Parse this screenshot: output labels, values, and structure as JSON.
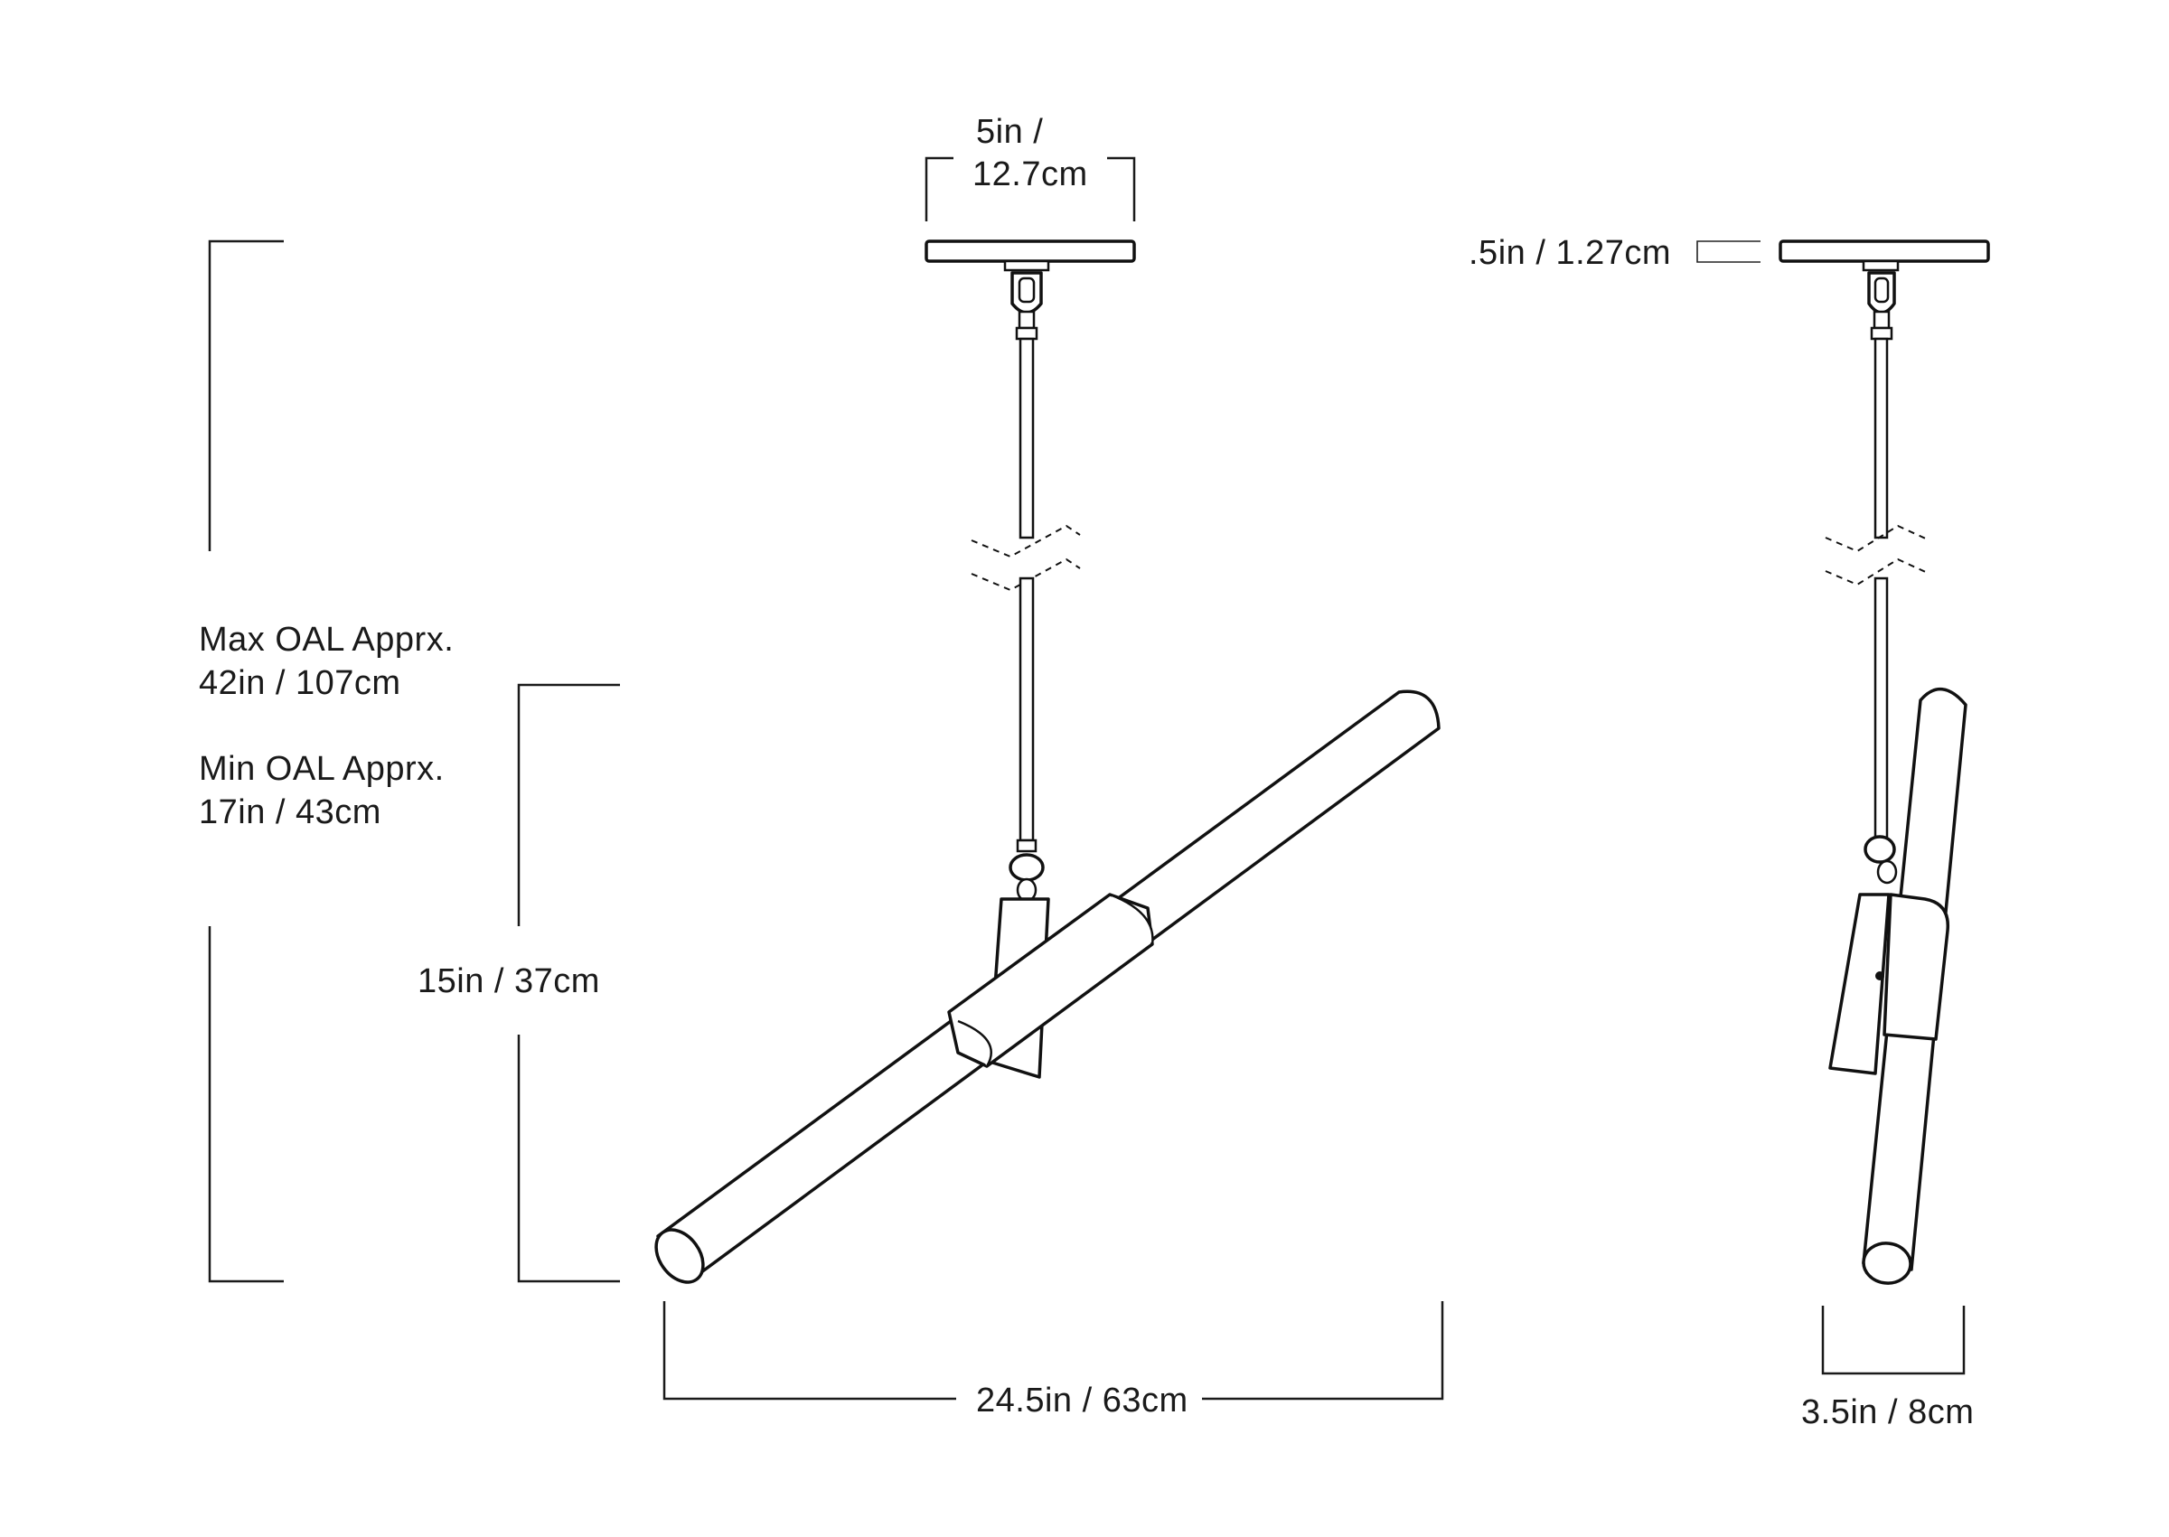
{
  "dimensions": {
    "canopy_width": [
      "5in /",
      "12.7cm"
    ],
    "canopy_thickness": ".5in / 1.27cm",
    "max_oal": [
      "Max OAL Apprx.",
      "42in / 107cm"
    ],
    "min_oal": [
      "Min OAL Apprx.",
      "17in / 43cm"
    ],
    "fixture_height": "15in / 37cm",
    "fixture_length": "24.5in / 63cm",
    "fixture_depth": "3.5in / 8cm"
  },
  "colors": {
    "line": "#1a1a1a",
    "background": "#ffffff"
  }
}
